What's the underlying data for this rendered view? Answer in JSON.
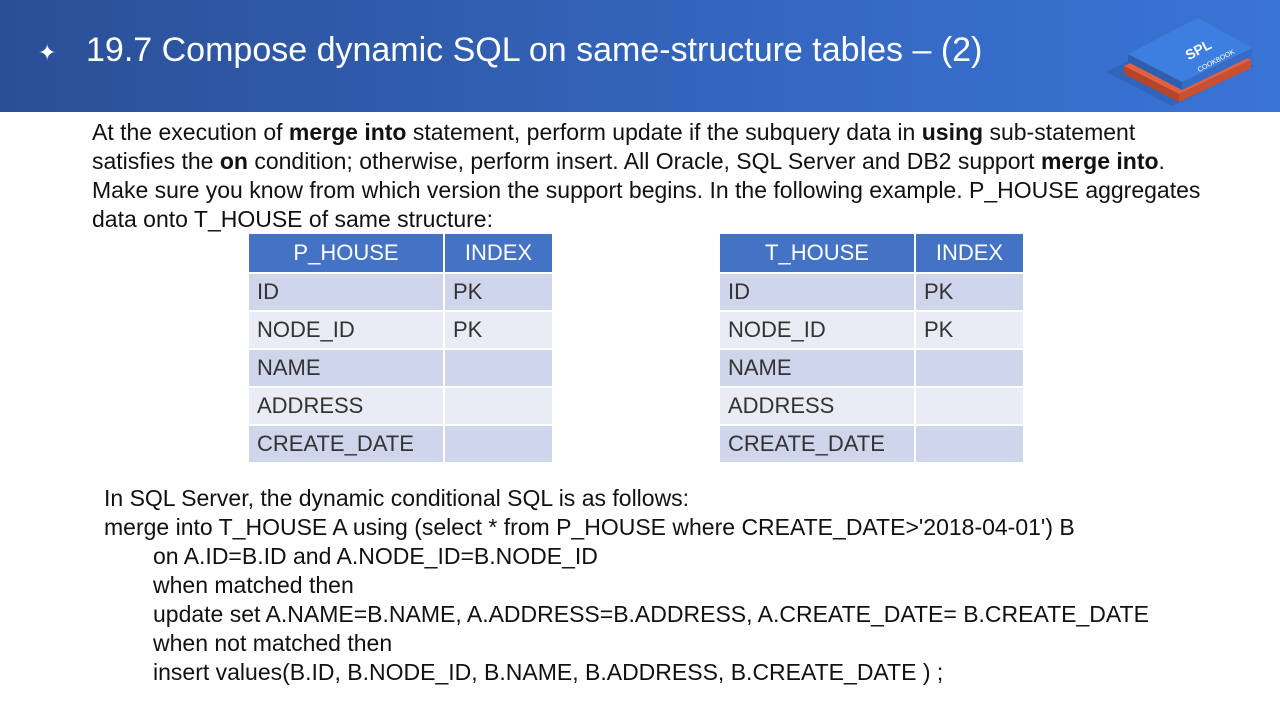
{
  "header": {
    "bullet": "✦",
    "title": "19.7 Compose dynamic SQL on same-structure tables – (2)",
    "logo_text": "SPL",
    "logo_subtext": "COOKBOOK"
  },
  "intro": {
    "p1": "At the execution of ",
    "k1": "merge into",
    "p2": " statement, perform update if the subquery data in ",
    "k2": "using",
    "p3": " sub-statement satisfies the ",
    "k3": "on",
    "p4": " condition; otherwise, perform insert. All Oracle, SQL Server and DB2 support  ",
    "k4": "merge into",
    "p5": ". Make sure you know from which version the support begins. In the following example. P_HOUSE aggregates data onto T_HOUSE of same structure:"
  },
  "tables": [
    {
      "headers": [
        "P_HOUSE",
        "INDEX"
      ],
      "rows": [
        [
          "ID",
          "PK"
        ],
        [
          "NODE_ID",
          "PK"
        ],
        [
          "NAME",
          ""
        ],
        [
          "ADDRESS",
          ""
        ],
        [
          "CREATE_DATE",
          ""
        ]
      ]
    },
    {
      "headers": [
        "T_HOUSE",
        "INDEX"
      ],
      "rows": [
        [
          "ID",
          "PK"
        ],
        [
          "NODE_ID",
          "PK"
        ],
        [
          "NAME",
          ""
        ],
        [
          "ADDRESS",
          ""
        ],
        [
          "CREATE_DATE",
          ""
        ]
      ]
    }
  ],
  "sql": {
    "lines": [
      "In SQL Server, the dynamic conditional SQL is as follows:",
      "merge into T_HOUSE A using (select * from P_HOUSE where CREATE_DATE>'2018-04-01') B",
      "on A.ID=B.ID and A.NODE_ID=B.NODE_ID",
      "when matched then",
      "update set A.NAME=B.NAME, A.ADDRESS=B.ADDRESS, A.CREATE_DATE= B.CREATE_DATE",
      "when not matched then",
      "insert values(B.ID, B.NODE_ID, B.NAME, B.ADDRESS, B.CREATE_DATE ) ;"
    ]
  }
}
